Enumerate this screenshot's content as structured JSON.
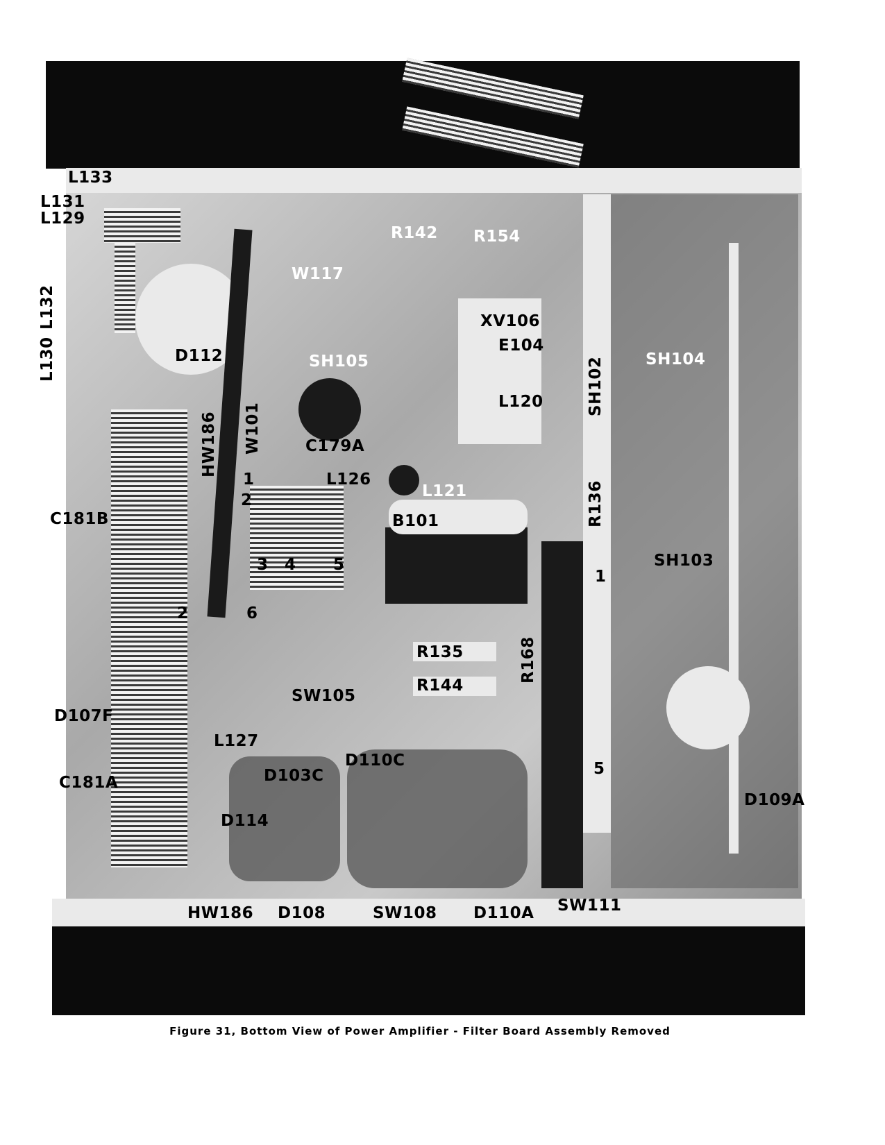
{
  "figure": {
    "caption": "Figure 31, Bottom View of Power Amplifier - Filter Board Assembly Removed",
    "labels": [
      "L133",
      "L131",
      "L129",
      "L132",
      "L130",
      "D112",
      "C181B",
      "HW186",
      "W101",
      "C179A",
      "L126",
      "SH105",
      "W117",
      "R142",
      "R154",
      "XV106",
      "E104",
      "L120",
      "SH102",
      "SH104",
      "L121",
      "B101",
      "R136",
      "SH103",
      "R135",
      "R144",
      "R168",
      "SW105",
      "L127",
      "D107F",
      "C181A",
      "D103C",
      "D110C",
      "D114",
      "D109A",
      "HW186",
      "D108",
      "SW108",
      "D110A",
      "SW111"
    ],
    "terminal_numbers": [
      "1",
      "2",
      "3",
      "4",
      "5",
      "6",
      "2",
      "1",
      "5"
    ]
  }
}
